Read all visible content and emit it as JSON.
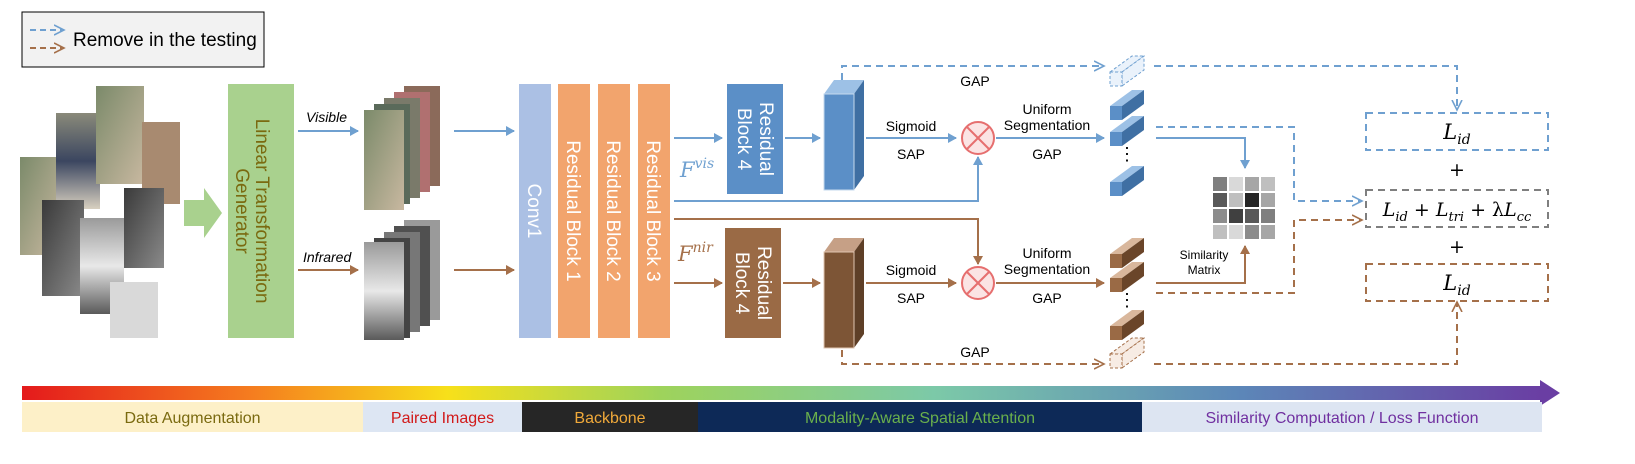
{
  "legend": {
    "text": "Remove in the testing"
  },
  "generator": {
    "line1": "Linear Transformation",
    "line2": "Generator"
  },
  "branch_labels": {
    "visible": "Visible",
    "infrared": "Infrared"
  },
  "backbone_blocks": {
    "conv1": "Conv1",
    "rb1": "Residual Block 1",
    "rb2": "Residual Block 2",
    "rb3": "Residual Block 3"
  },
  "features": {
    "vis": {
      "base": "F",
      "sup": "vis"
    },
    "nir": {
      "base": "F",
      "sup": "nir"
    }
  },
  "residual4": {
    "line1": "Residual",
    "line2": "Block 4"
  },
  "attention": {
    "sigmoid": "Sigmoid",
    "sap": "SAP",
    "uniform1": "Uniform",
    "uniform2": "Segmentation",
    "gap": "GAP",
    "dots": "⋮"
  },
  "similarity": {
    "line1": "Similarity",
    "line2": "Matrix"
  },
  "losses": {
    "top": {
      "L": "L",
      "sub": "id"
    },
    "plus1": "+",
    "middle": {
      "L1": "L",
      "s1": "id",
      "p1": " + ",
      "L2": "L",
      "s2": "tri",
      "p2": " + λ",
      "L3": "L",
      "s3": "cc"
    },
    "plus2": "+",
    "bottom": {
      "L": "L",
      "sub": "id"
    }
  },
  "stages": [
    {
      "label": "Data Augmentation",
      "bg": "#fdf0c8",
      "color": "#7a6a10"
    },
    {
      "label": "Paired Images",
      "bg": "#dde6f3",
      "color": "#d11a1a"
    },
    {
      "label": "Backbone",
      "bg": "#262626",
      "color": "#f0a93a"
    },
    {
      "label": "Modality-Aware Spatial Attention",
      "bg": "#0d2957",
      "color": "#6ab04c"
    },
    {
      "label": "Similarity Computation / Loss Function",
      "bg": "#dde5f2",
      "color": "#7030a0"
    }
  ],
  "colors": {
    "blue": "#6fa0d0",
    "brown": "#a5704a",
    "generator": "#a9d18e",
    "conv": "#abc0e4",
    "residual": "#f2a46d",
    "rb4_vis": "#5b8fc7",
    "rb4_nir": "#9a6a45"
  }
}
